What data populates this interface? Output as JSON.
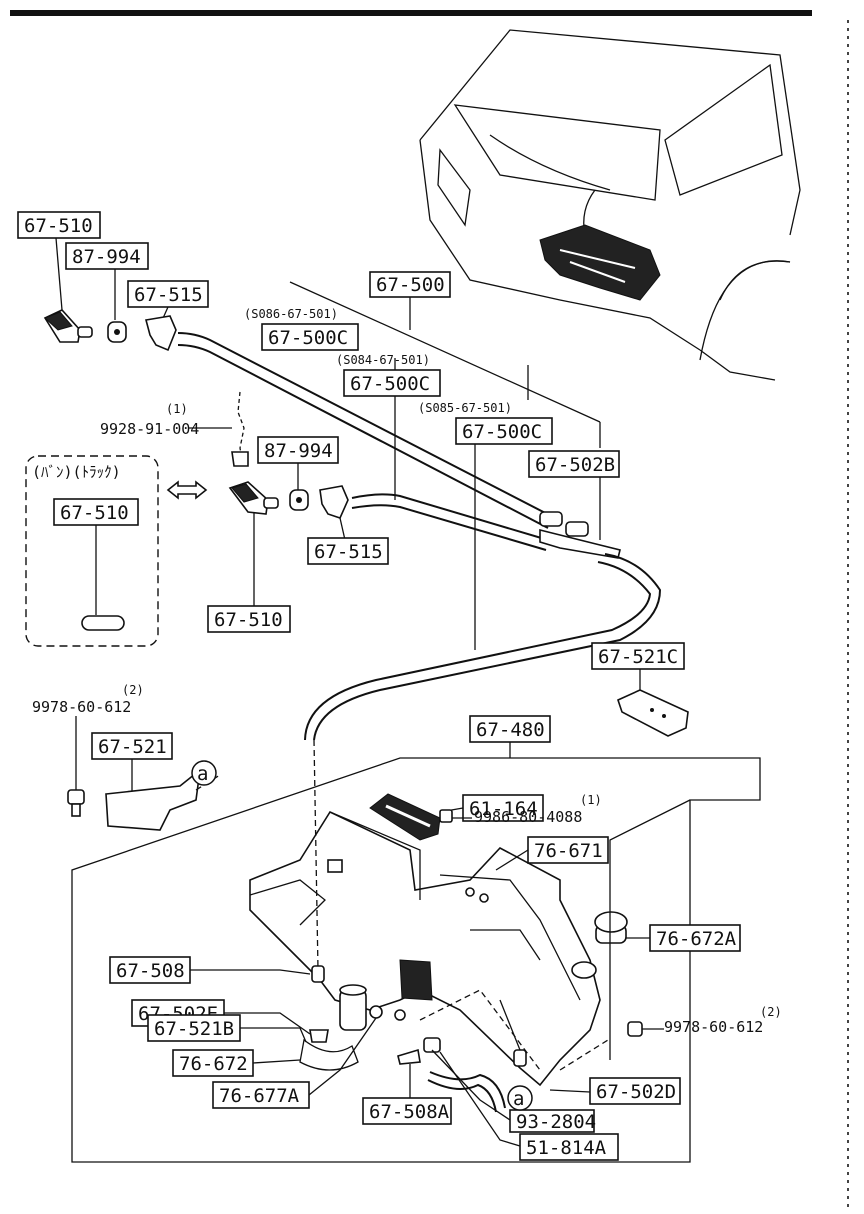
{
  "parts": {
    "p1": "67-510",
    "p2": "87-994",
    "p3": "67-515",
    "p4": "67-500",
    "p5": "67-500C",
    "p6": "67-500C",
    "p7": "67-500C",
    "p8": "67-502B",
    "p9": "87-994",
    "p10": "67-510",
    "p11": "67-515",
    "p12": "67-510",
    "p13": "67-521C",
    "p14": "67-521",
    "p15": "67-480",
    "p16": "61-164",
    "p17": "76-671",
    "p18": "76-672A",
    "p19": "67-508",
    "p20": "67-502E",
    "p21": "67-521B",
    "p22": "76-672",
    "p23": "76-677A",
    "p24": "67-508A",
    "p25": "93-2804",
    "p26": "51-814A",
    "p27": "67-502D"
  },
  "notes": {
    "n1": "(S086-67-501)",
    "n2": "(S084-67-501)",
    "n3": "(S085-67-501)"
  },
  "bolts": {
    "b1_qty": "(1)",
    "b1": "9928-91-004",
    "b2_qty": "(2)",
    "b2": "9978-60-612",
    "b3_qty": "(1)",
    "b3": "9986-80-4088",
    "b4_qty": "(2)",
    "b4": "9978-60-612"
  },
  "variant_label": "(ﾊﾞﾝ)(ﾄﾗｯｸ)",
  "ref_a": "a"
}
